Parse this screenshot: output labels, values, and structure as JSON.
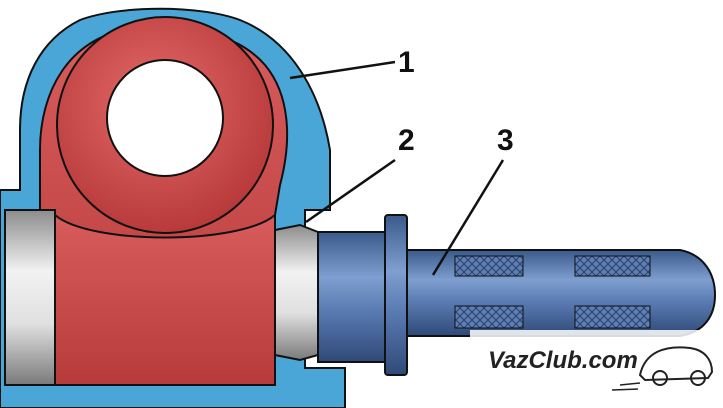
{
  "diagram": {
    "callouts": [
      {
        "label": "1"
      },
      {
        "label": "2"
      },
      {
        "label": "3"
      }
    ],
    "watermark": "VazClub.com",
    "colors": {
      "housing": "#4aa6d6",
      "ball": "#cf4b4b",
      "bushing": "#b8b8b8",
      "pin": "#4f73a8",
      "outline": "#111111"
    }
  }
}
